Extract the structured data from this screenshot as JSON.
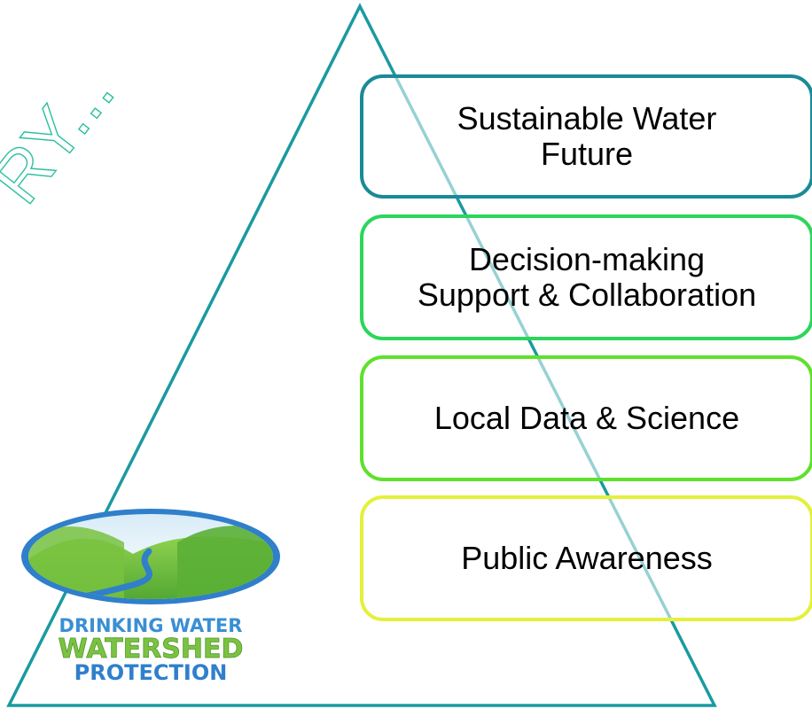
{
  "diagram": {
    "partial_heading": "RY...",
    "levels": [
      {
        "label": "Sustainable Water\nFuture",
        "border_color": "#1a8a96"
      },
      {
        "label": "Decision-making\nSupport & Collaboration",
        "border_color": "#2bd65a"
      },
      {
        "label": "Local Data & Science",
        "border_color": "#5fe12c"
      },
      {
        "label": "Public Awareness",
        "border_color": "#e4f03c"
      }
    ],
    "triangle_color": "#1a9aa0"
  },
  "logo": {
    "line1": "DRINKING WATER",
    "line2": "WATERSHED",
    "line3": "PROTECTION",
    "colors": {
      "line1": "#3a8fd4",
      "line2": "#7cc242",
      "line3": "#2f7fcb",
      "ring": "#2f7fcb",
      "hills": "#6fbf3a"
    }
  }
}
